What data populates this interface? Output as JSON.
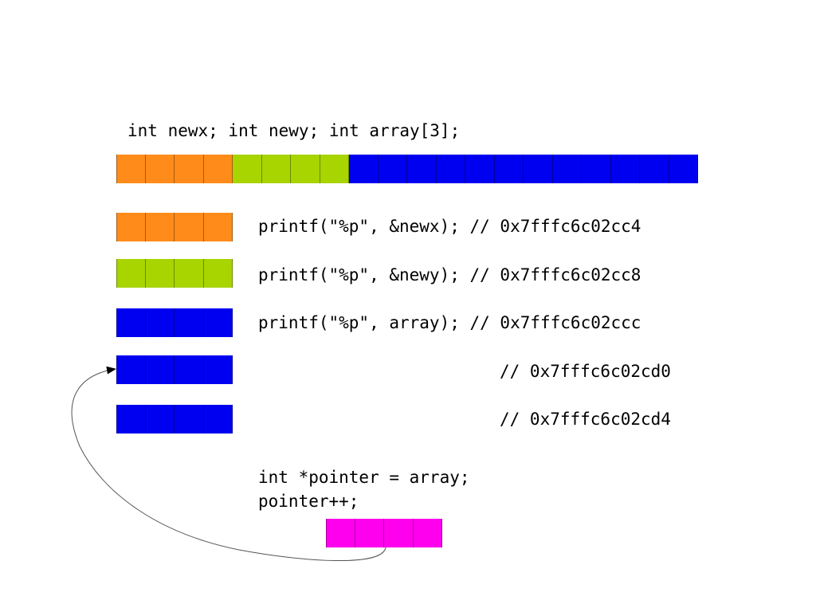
{
  "colors": {
    "newx": "#ff8c1a",
    "newy": "#a8d400",
    "array": "#0000f0",
    "pointer": "#ff00ee",
    "arrow": "#555555"
  },
  "declaration": "int newx; int newy; int array[3];",
  "memory_strip": {
    "segments": [
      {
        "name": "newx",
        "bytes": 4,
        "color_key": "newx"
      },
      {
        "name": "newy",
        "bytes": 4,
        "color_key": "newy"
      },
      {
        "name": "array",
        "bytes": 12,
        "color_key": "array"
      }
    ]
  },
  "rows": [
    {
      "color_key": "newx",
      "code": "printf(\"%p\", &newx); // 0x7fffc6c02cc4"
    },
    {
      "color_key": "newy",
      "code": "printf(\"%p\", &newy); // 0x7fffc6c02cc8"
    },
    {
      "color_key": "array",
      "code": "printf(\"%p\", array); // 0x7fffc6c02ccc"
    },
    {
      "color_key": "array",
      "code": "// 0x7fffc6c02cd0"
    },
    {
      "color_key": "array",
      "code": "// 0x7fffc6c02cd4"
    }
  ],
  "pointer_code": [
    "int *pointer = array;",
    "pointer++;"
  ],
  "pointer_block": {
    "bytes": 4,
    "color_key": "pointer"
  }
}
